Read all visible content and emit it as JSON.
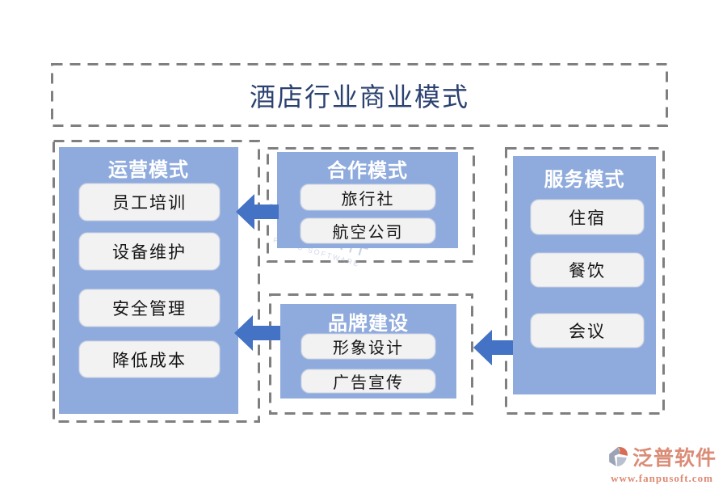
{
  "title": "酒店行业商业模式",
  "groups": [
    {
      "title": "运营模式",
      "items": [
        "员工培训",
        "设备维护",
        "安全管理",
        "降低成本"
      ]
    },
    {
      "title": "合作模式",
      "items": [
        "旅行社",
        "航空公司"
      ]
    },
    {
      "title": "品牌建设",
      "items": [
        "形象设计",
        "广告宣传"
      ]
    },
    {
      "title": "服务模式",
      "items": [
        "住宿",
        "餐饮",
        "会议"
      ]
    }
  ],
  "arrows": [
    {
      "from": "合作模式",
      "to": "运营模式",
      "direction": "left"
    },
    {
      "from": "品牌建设",
      "to": "运营模式",
      "direction": "left"
    },
    {
      "from": "服务模式",
      "to": "品牌建设",
      "direction": "left"
    }
  ],
  "watermark": {
    "brand": "泛普软件",
    "caption": "FANPU SOFTWARE"
  },
  "footer": {
    "brand": "泛普软件",
    "url": "www.fanpusoft.com"
  },
  "colors": {
    "panel_blue": "#8FAADC",
    "arrow_blue": "#4472C4",
    "dashed_border_gray": "#7F7F7F",
    "title_navy": "#2B4170",
    "item_bg": "#F2F2F2",
    "brand_salmon": "#DB8C76"
  }
}
